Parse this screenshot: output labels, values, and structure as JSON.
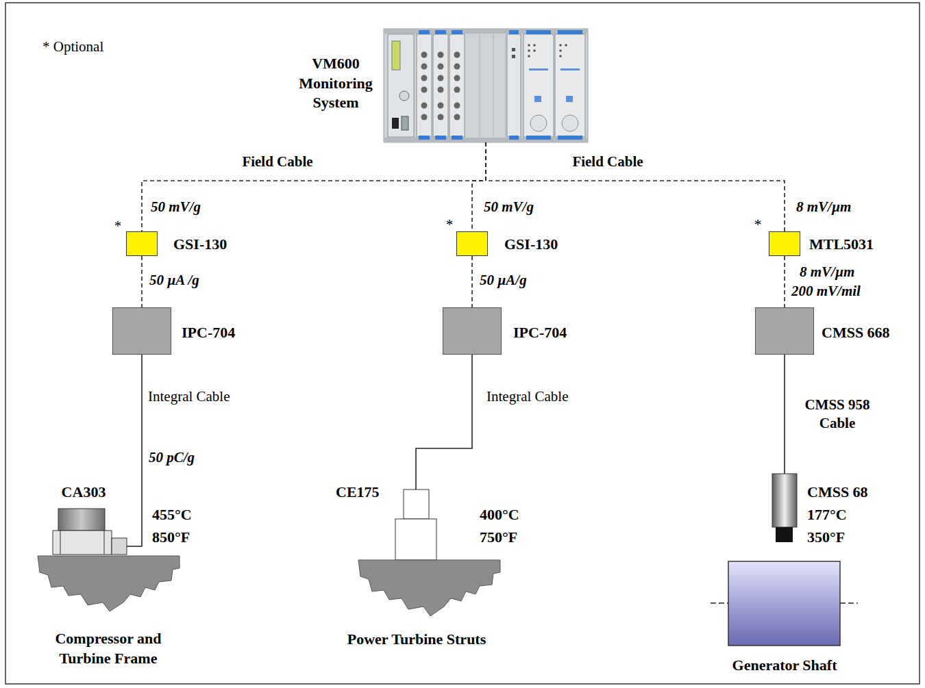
{
  "diagram": {
    "nodes": [
      {
        "text": [
          "VM600 Monitoring System"
        ]
      },
      {
        "text": [
          "GSI-130"
        ]
      },
      {
        "text": [
          "GSI-130"
        ]
      },
      {
        "text": [
          "MTL5031"
        ]
      },
      {
        "text": [
          "IPC-704"
        ]
      },
      {
        "text": [
          "IPC-704"
        ]
      },
      {
        "text": [
          "CMSS 668"
        ]
      },
      {
        "text": [
          "CA303"
        ]
      },
      {
        "text": [
          "CE175"
        ]
      },
      {
        "text": [
          "CMSS 68"
        ]
      }
    ],
    "edges": [
      {
        "from": 0,
        "to": 1,
        "label": "Field Cable",
        "arrow": "none"
      },
      {
        "from": 0,
        "to": 2,
        "arrow": "none"
      },
      {
        "from": 0,
        "to": 3,
        "label": "Field Cable",
        "arrow": "none"
      },
      {
        "from": 1,
        "to": 4,
        "arrow": "none"
      },
      {
        "from": 2,
        "to": 5,
        "arrow": "none"
      },
      {
        "from": 3,
        "to": 6,
        "arrow": "none"
      },
      {
        "from": 4,
        "to": 7,
        "label": "Integral Cable",
        "arrow": "none"
      },
      {
        "from": 5,
        "to": 8,
        "label": "Integral Cable",
        "arrow": "none"
      },
      {
        "from": 6,
        "to": 9,
        "label": "CMSS 958 Cable",
        "arrow": "none"
      }
    ],
    "labels": [
      "* Optional",
      "*",
      "50 mV/g",
      "50 µA /g",
      "*",
      "50 mV/g",
      "50 µA/g",
      "*",
      "8 mV/µm",
      "8 mV/µm",
      "200 mV/mil",
      "50 pC/g",
      "455°C",
      "850°F",
      "400°C",
      "750°F",
      "177°C",
      "350°F",
      "Compressor and Turbine Frame",
      "Power Turbine Struts",
      "Generator Shaft"
    ]
  }
}
